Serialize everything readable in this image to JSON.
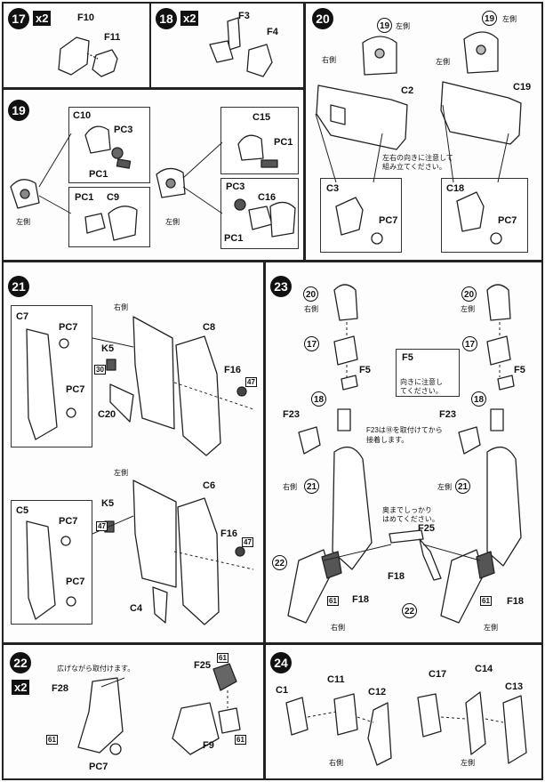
{
  "steps": {
    "s17": {
      "num": "17",
      "mult": "x2",
      "parts": [
        "F10",
        "F11"
      ]
    },
    "s18": {
      "num": "18",
      "mult": "x2",
      "parts": [
        "F3",
        "F4"
      ]
    },
    "s20": {
      "num": "20",
      "ref19": "19",
      "left_side": "左側",
      "c2": "C2",
      "c19": "C19",
      "note_line1": "左右の向きに注意して",
      "note_line2": "組み立てください。",
      "c3": "C3",
      "pc7a": "PC7",
      "c18": "C18",
      "pc7b": "PC7"
    },
    "s19": {
      "num": "19",
      "c10": "C10",
      "pc3a": "PC3",
      "pc1a": "PC1",
      "c15": "C15",
      "pc1b": "PC1",
      "pc1c": "PC1",
      "c9": "C9",
      "pc3b": "PC3",
      "c16": "C16",
      "pc1d": "PC1",
      "left_side": "左側"
    },
    "s21": {
      "num": "21",
      "right_side": "右側",
      "left_side": "左側",
      "c7": "C7",
      "pc7a": "PC7",
      "pc7b": "PC7",
      "k5a": "K5",
      "tag30": "30",
      "c8": "C8",
      "f16a": "F16",
      "tag47a": "47",
      "c20": "C20",
      "c5": "C5",
      "pc7c": "PC7",
      "pc7d": "PC7",
      "k5b": "K5",
      "tag47b": "47",
      "c6": "C6",
      "f16b": "F16",
      "tag47c": "47",
      "c4": "C4"
    },
    "s23": {
      "num": "23",
      "ref20": "20",
      "ref17": "17",
      "ref18": "18",
      "ref21": "21",
      "ref22": "22",
      "right_side": "右側",
      "left_side": "左側",
      "f5": "F5",
      "f5_note_line1": "向きに注意し",
      "f5_note_line2": "てください。",
      "f23": "F23",
      "f23_note_line1": "F23は⑱を取付けてから",
      "f23_note_line2": "接着します。",
      "f25_note_line1": "奥までしっかり",
      "f25_note_line2": "はめてください。",
      "f25": "F25",
      "f18": "F18",
      "tag61": "61"
    },
    "s22": {
      "num": "22",
      "mult": "x2",
      "note": "広げながら取付けます。",
      "f28": "F28",
      "tag61": "61",
      "pc7": "PC7",
      "f25": "F25",
      "f9": "F9"
    },
    "s24": {
      "num": "24",
      "c1": "C1",
      "c11": "C11",
      "c12": "C12",
      "c17": "C17",
      "c14": "C14",
      "c13": "C13",
      "right_side": "右側",
      "left_side": "左側"
    }
  }
}
